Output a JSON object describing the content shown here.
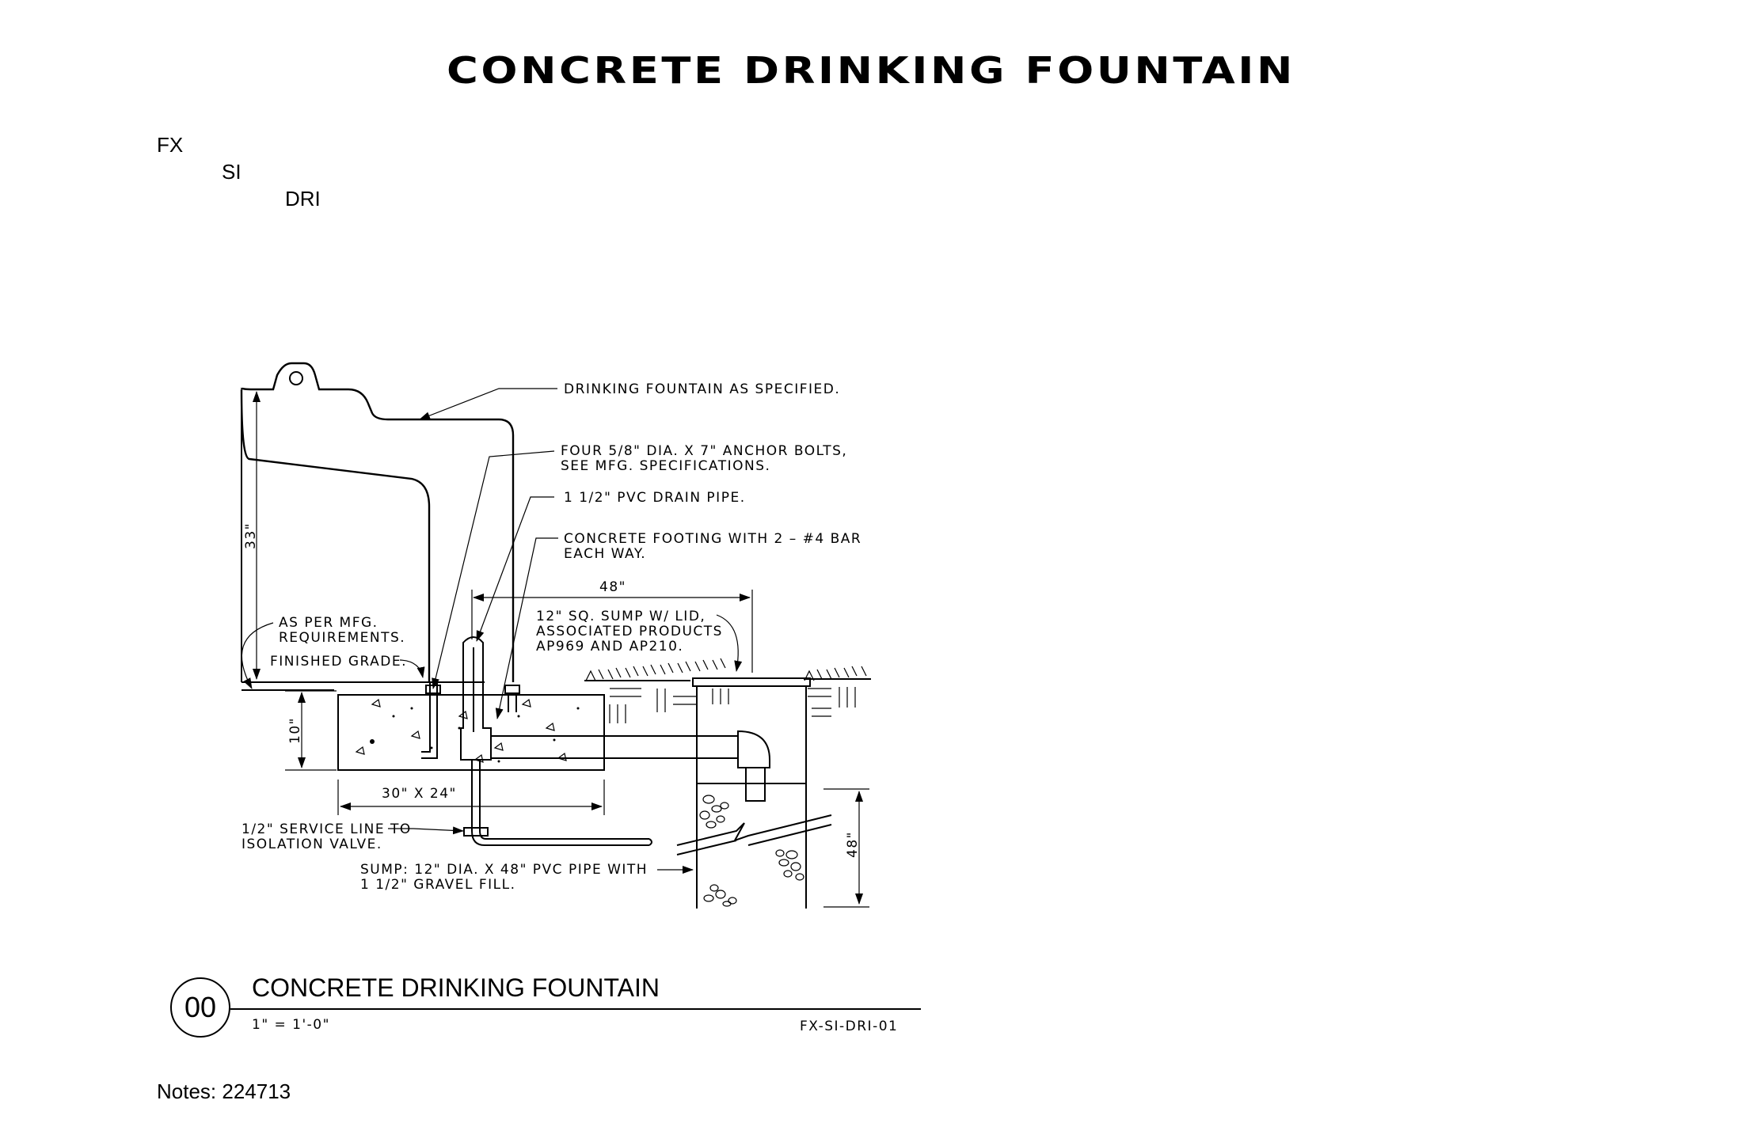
{
  "page": {
    "title": "CONCRETE DRINKING FOUNTAIN",
    "codes": [
      "FX",
      "SI",
      "DRI"
    ],
    "notes": "Notes: 224713"
  },
  "drawing": {
    "labels": {
      "fountain": "DRINKING FOUNTAIN AS SPECIFIED.",
      "bolts_1": "FOUR 5/8\" DIA. X 7\" ANCHOR BOLTS,",
      "bolts_2": "SEE MFG. SPECIFICATIONS.",
      "drain": "1 1/2\" PVC DRAIN PIPE.",
      "footing_1": "CONCRETE FOOTING WITH 2 – #4 BAR",
      "footing_2": "EACH WAY.",
      "dim_48_top": "48\"",
      "sump_lid_1": "12\" SQ. SUMP W/ LID,",
      "sump_lid_2": "ASSOCIATED PRODUCTS",
      "sump_lid_3": "AP969 AND AP210.",
      "mfg_req_1": "AS PER MFG.",
      "mfg_req_2": "REQUIREMENTS.",
      "grade": "FINISHED GRADE.",
      "dim_33": "33\"",
      "dim_10": "10\"",
      "dim_30x24": "30\" X 24\"",
      "service_1": "1/2\" SERVICE LINE TO",
      "service_2": "ISOLATION VALVE.",
      "sump_pipe_1": "SUMP: 12\" DIA. X 48\" PVC PIPE WITH",
      "sump_pipe_2": "1 1/2\" GRAVEL FILL.",
      "dim_48_side": "48\""
    }
  },
  "title_block": {
    "number": "00",
    "title": "CONCRETE DRINKING FOUNTAIN",
    "scale": "1\" = 1'-0\"",
    "code": "FX-SI-DRI-01"
  }
}
